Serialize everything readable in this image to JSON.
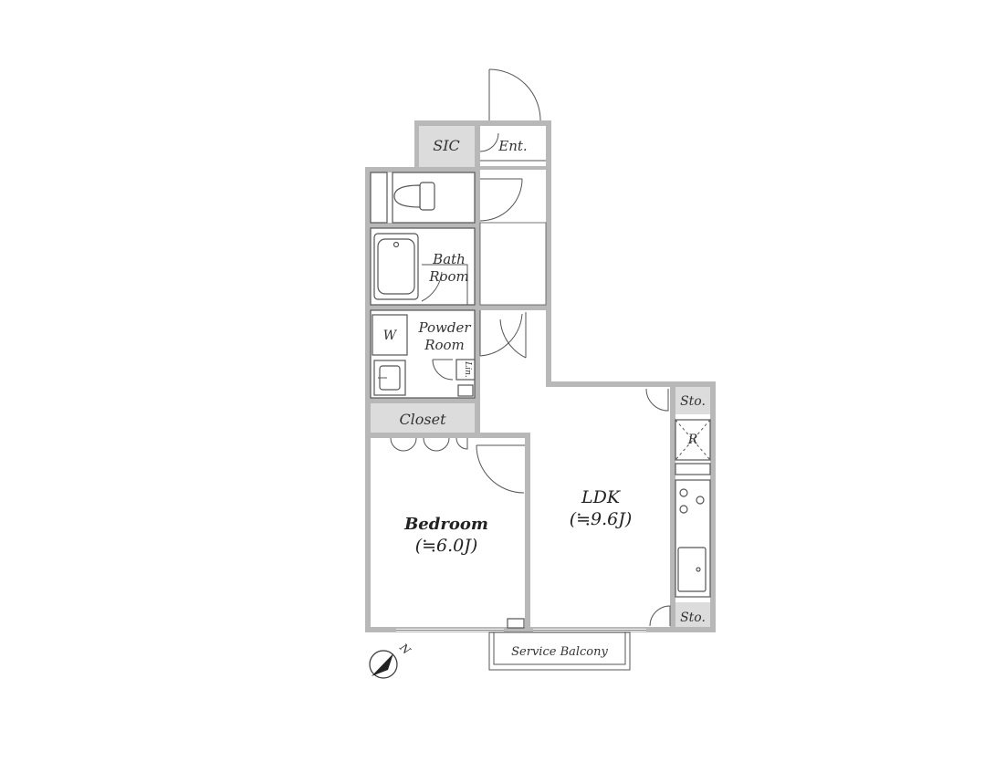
{
  "rooms": {
    "sic": "SIC",
    "entrance": "Ent.",
    "bath": "Bath",
    "room": "Room",
    "powder": "Powder",
    "powder_room": "Room",
    "washer": "W",
    "linen": "Lin.",
    "closet": "Closet",
    "storage_top": "Sto.",
    "refrigerator": "R",
    "storage_bottom": "Sto.",
    "ldk": "LDK",
    "ldk_size": "(≒9.6J)",
    "bedroom": "Bedroom",
    "bedroom_size": "(≒6.0J)",
    "balcony": "Service Balcony"
  },
  "compass": {
    "north_label": "N"
  },
  "colors": {
    "wall": "#b8b8b8",
    "storage_fill": "#dcdcdc",
    "line": "#555555"
  }
}
